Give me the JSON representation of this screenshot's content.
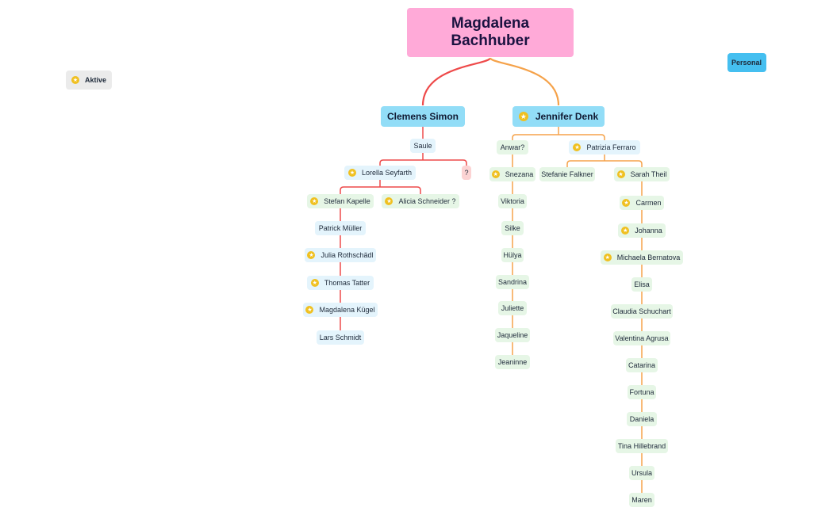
{
  "diagram": {
    "root": "Magdalena Bachhuber",
    "tags": {
      "left": {
        "label": "Aktive",
        "starred": true
      },
      "right": {
        "label": "Personal",
        "starred": false
      }
    },
    "branches": [
      {
        "label": "Clemens Simon",
        "starred": false,
        "children": [
          {
            "label": "Saule",
            "children": [
              {
                "label": "Lorella Seyfarth",
                "starred": true,
                "children": [
                  {
                    "label": "Stefan Kapelle",
                    "starred": true,
                    "chain": [
                      {
                        "label": "Patrick Müller",
                        "starred": false
                      },
                      {
                        "label": "Julia Rothschädl",
                        "starred": true
                      },
                      {
                        "label": "Thomas Tatter",
                        "starred": true
                      },
                      {
                        "label": "Magdalena Kügel",
                        "starred": true
                      },
                      {
                        "label": "Lars Schmidt",
                        "starred": false
                      }
                    ]
                  },
                  {
                    "label": "Alicia Schneider ?",
                    "starred": true
                  }
                ]
              },
              {
                "label": "?",
                "starred": false
              }
            ]
          }
        ]
      },
      {
        "label": "Jennifer Denk",
        "starred": true,
        "children": [
          {
            "label": "Anwar?",
            "starred": false,
            "chain": [
              {
                "label": "Snezana",
                "starred": true
              },
              {
                "label": "Viktoria",
                "starred": false
              },
              {
                "label": "Silke",
                "starred": false
              },
              {
                "label": "Hülya",
                "starred": false
              },
              {
                "label": "Sandrina",
                "starred": false
              },
              {
                "label": "Juliette",
                "starred": false
              },
              {
                "label": "Jaqueline",
                "starred": false
              },
              {
                "label": "Jeaninne",
                "starred": false
              }
            ]
          },
          {
            "label": "Patrizia Ferraro",
            "starred": true,
            "children": [
              {
                "label": "Stefanie Falkner",
                "starred": false
              },
              {
                "label": "Sarah Theil",
                "starred": true,
                "chain": [
                  {
                    "label": "Carmen",
                    "starred": true
                  },
                  {
                    "label": "Johanna",
                    "starred": true
                  },
                  {
                    "label": "Michaela Bernatova",
                    "starred": true
                  },
                  {
                    "label": "Elisa",
                    "starred": false
                  },
                  {
                    "label": "Claudia Schuchart",
                    "starred": false
                  },
                  {
                    "label": "Valentina Agrusa",
                    "starred": false
                  },
                  {
                    "label": "Catarina",
                    "starred": false
                  },
                  {
                    "label": "Fortuna",
                    "starred": false
                  },
                  {
                    "label": "Daniela",
                    "starred": false
                  },
                  {
                    "label": "Tina Hillebrand",
                    "starred": false
                  },
                  {
                    "label": "Ursula",
                    "starred": false
                  },
                  {
                    "label": "Maren",
                    "starred": false
                  }
                ]
              }
            ]
          }
        ]
      }
    ]
  },
  "colors": {
    "root_fill": "#ffaad8",
    "main_fill": "#92ddf7",
    "personal_fill": "#45bff0",
    "aktive_fill": "#ebebeb",
    "left_sub_fill": "#e4f4fc",
    "right_sub_fill": "#e6f6e6",
    "question_fill": "#fcd3d3",
    "left_line": "#ee4a4a",
    "right_line": "#f5a24a",
    "star": "#f0c020"
  }
}
